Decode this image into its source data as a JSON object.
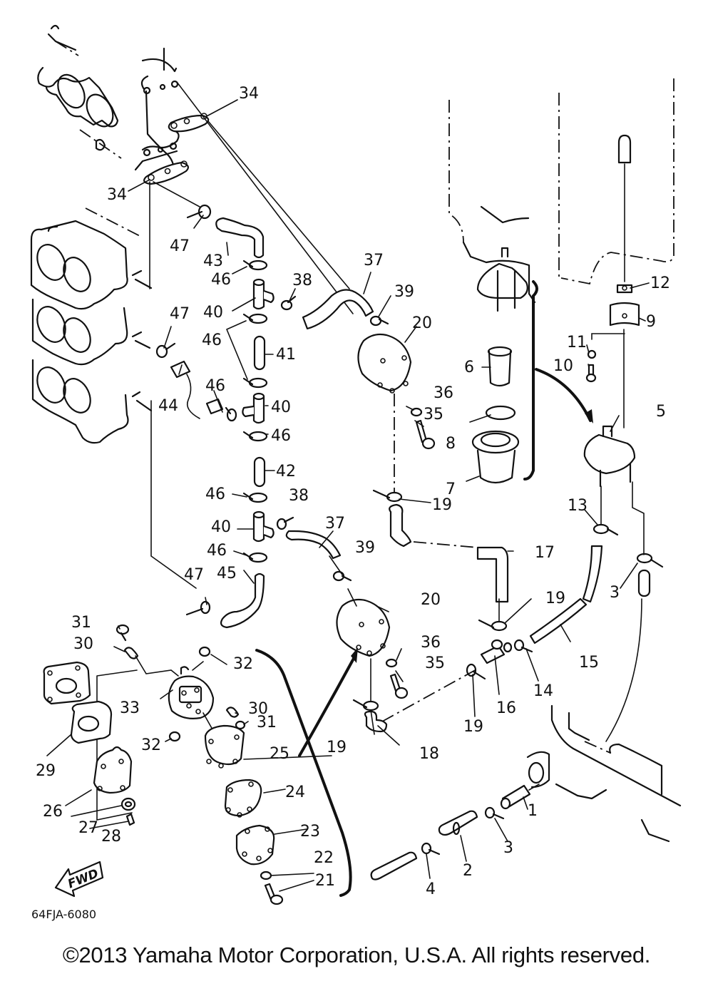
{
  "diagram": {
    "code": "64FJA-6080",
    "fwd_label": "FWD",
    "copyright": "©2013 Yamaha Motor Corporation, U.S.A. All rights reserved.",
    "callouts": {
      "p1": "1",
      "p2": "2",
      "p3a": "3",
      "p3b": "3",
      "p4": "4",
      "p5": "5",
      "p6": "6",
      "p7": "7",
      "p8": "8",
      "p9": "9",
      "p10": "10",
      "p11": "11",
      "p12": "12",
      "p13": "13",
      "p14": "14",
      "p15": "15",
      "p16": "16",
      "p17": "17",
      "p18": "18",
      "p19a": "19",
      "p19b": "19",
      "p19c": "19",
      "p19d": "19",
      "p20a": "20",
      "p20b": "20",
      "p21": "21",
      "p22": "22",
      "p23": "23",
      "p24": "24",
      "p25": "25",
      "p26": "26",
      "p27": "27",
      "p28": "28",
      "p29": "29",
      "p30a": "30",
      "p30b": "30",
      "p31a": "31",
      "p31b": "31",
      "p32a": "32",
      "p32b": "32",
      "p33": "33",
      "p34a": "34",
      "p34b": "34",
      "p35a": "35",
      "p35b": "35",
      "p36a": "36",
      "p36b": "36",
      "p37a": "37",
      "p37b": "37",
      "p38a": "38",
      "p38b": "38",
      "p39a": "39",
      "p39b": "39",
      "p40a": "40",
      "p40b": "40",
      "p40c": "40",
      "p41": "41",
      "p42": "42",
      "p43": "43",
      "p44": "44",
      "p45": "45",
      "p46a": "46",
      "p46b": "46",
      "p46c": "46",
      "p46d": "46",
      "p46e": "46",
      "p46f": "46",
      "p47a": "47",
      "p47b": "47",
      "p47c": "47"
    }
  }
}
